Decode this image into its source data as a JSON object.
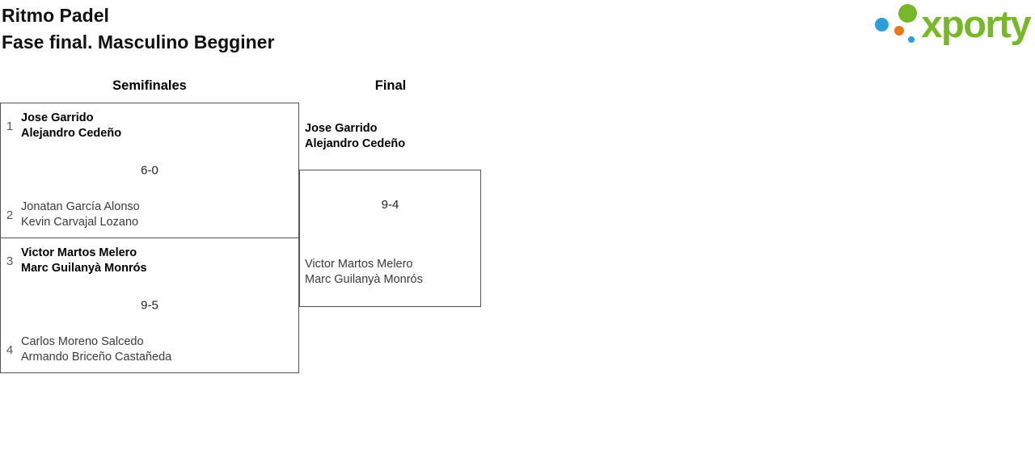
{
  "header": {
    "title": "Ritmo Padel",
    "subtitle": "Fase final. Masculino Begginer"
  },
  "logo": {
    "text": "xporty",
    "colors": {
      "green": "#76b82a",
      "blue": "#2b9fd8",
      "orange": "#e87817"
    }
  },
  "rounds": {
    "semifinals_label": "Semifinales",
    "final_label": "Final"
  },
  "semifinals": [
    {
      "team1": {
        "seed": "1",
        "player1": "Jose Garrido",
        "player2": "Alejandro Cedeño",
        "winner": true
      },
      "score": "6-0",
      "team2": {
        "seed": "2",
        "player1": "Jonatan García Alonso",
        "player2": "Kevin Carvajal Lozano",
        "winner": false
      }
    },
    {
      "team1": {
        "seed": "3",
        "player1": "Victor Martos Melero",
        "player2": "Marc Guilanyà Monrós",
        "winner": true
      },
      "score": "9-5",
      "team2": {
        "seed": "4",
        "player1": "Carlos Moreno Salcedo",
        "player2": "Armando Briceño Castañeda",
        "winner": false
      }
    }
  ],
  "final": {
    "team1": {
      "player1": "Jose Garrido",
      "player2": "Alejandro Cedeño",
      "winner": true
    },
    "score": "9-4",
    "team2": {
      "player1": "Victor Martos Melero",
      "player2": "Marc Guilanyà Monrós",
      "winner": false
    }
  }
}
